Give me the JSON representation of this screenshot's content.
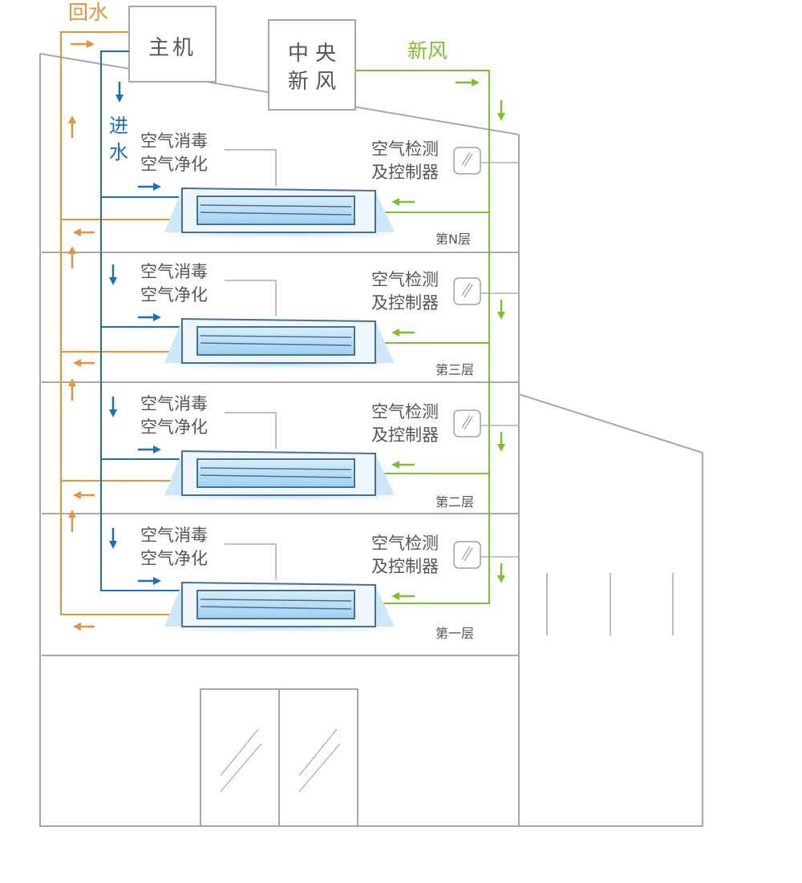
{
  "labels": {
    "return_water": "回水",
    "host_unit": "主机",
    "central_line1": "中 央",
    "central_line2": "新 风",
    "fresh_air": "新风",
    "supply_water_1": "进",
    "supply_water_2": "水",
    "disinfect": "空气消毒",
    "purify": "空气净化",
    "detect": "空气检测",
    "controller": "及控制器"
  },
  "floors": [
    {
      "name": "第N层"
    },
    {
      "name": "第三层"
    },
    {
      "name": "第二层"
    },
    {
      "name": "第一层"
    }
  ],
  "colors": {
    "return_water": "#e8923e",
    "supply_water": "#1a6fb8",
    "fresh_air": "#7cbf2f",
    "building": "#a8a8a8",
    "text": "#555555",
    "unit_fill": "#bfe0f5",
    "unit_border": "#4a6f90"
  }
}
